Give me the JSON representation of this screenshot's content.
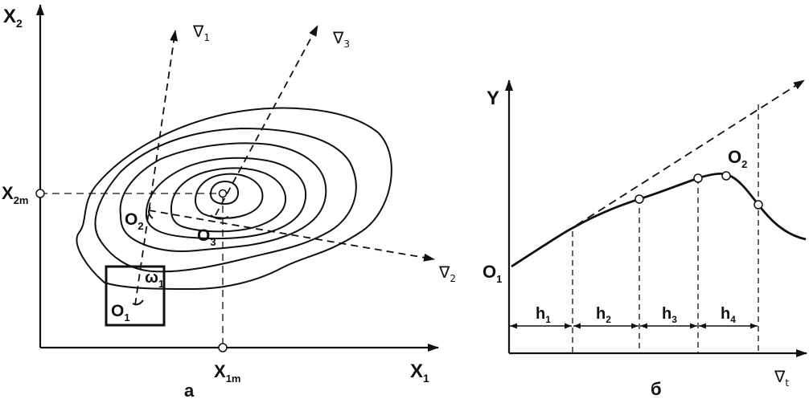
{
  "left_panel": {
    "caption": "а",
    "axis_x": {
      "main": "X",
      "sub": "1"
    },
    "axis_y": {
      "main": "X",
      "sub": "2"
    },
    "x_marker": {
      "main": "X",
      "sub": "1m"
    },
    "y_marker": {
      "main": "X",
      "sub": "2m"
    },
    "points": [
      {
        "main": "O",
        "sub": "1"
      },
      {
        "main": "O",
        "sub": "2"
      },
      {
        "main": "O",
        "sub": "3"
      }
    ],
    "omega": {
      "main": "ω",
      "sub": "1"
    },
    "gradients": [
      {
        "main": "∇",
        "sub": "1"
      },
      {
        "main": "∇",
        "sub": "2"
      },
      {
        "main": "∇",
        "sub": "3"
      }
    ]
  },
  "right_panel": {
    "caption": "б",
    "axis_y": "Y",
    "axis_x": {
      "main": "∇",
      "sub": "t"
    },
    "start_point": {
      "main": "O",
      "sub": "1"
    },
    "peak_point": {
      "main": "O",
      "sub": "2"
    },
    "steps": [
      {
        "main": "h",
        "sub": "1"
      },
      {
        "main": "h",
        "sub": "2"
      },
      {
        "main": "h",
        "sub": "3"
      },
      {
        "main": "h",
        "sub": "4"
      }
    ]
  }
}
